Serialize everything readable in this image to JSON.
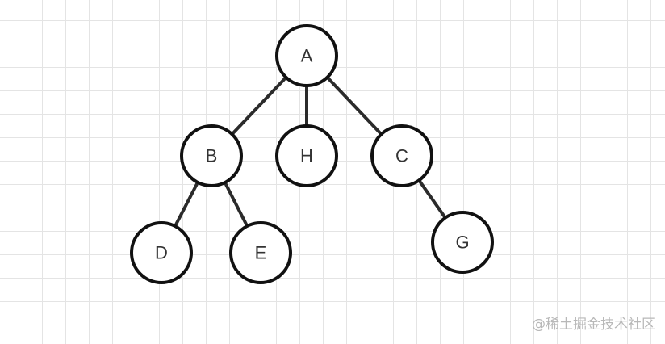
{
  "diagram": {
    "type": "tree",
    "nodes": [
      {
        "id": "A",
        "label": "A"
      },
      {
        "id": "B",
        "label": "B"
      },
      {
        "id": "H",
        "label": "H"
      },
      {
        "id": "C",
        "label": "C"
      },
      {
        "id": "D",
        "label": "D"
      },
      {
        "id": "E",
        "label": "E"
      },
      {
        "id": "G",
        "label": "G"
      }
    ],
    "edges": [
      {
        "from": "A",
        "to": "B"
      },
      {
        "from": "A",
        "to": "H"
      },
      {
        "from": "A",
        "to": "C"
      },
      {
        "from": "B",
        "to": "D"
      },
      {
        "from": "B",
        "to": "E"
      },
      {
        "from": "C",
        "to": "G"
      }
    ]
  },
  "watermark": "@稀土掘金技术社区",
  "colors": {
    "edge": "#2b2b2b",
    "node_stroke": "#111111",
    "label": "#333333",
    "grid": "#e4e4e4",
    "watermark": "#b8b8b8"
  }
}
